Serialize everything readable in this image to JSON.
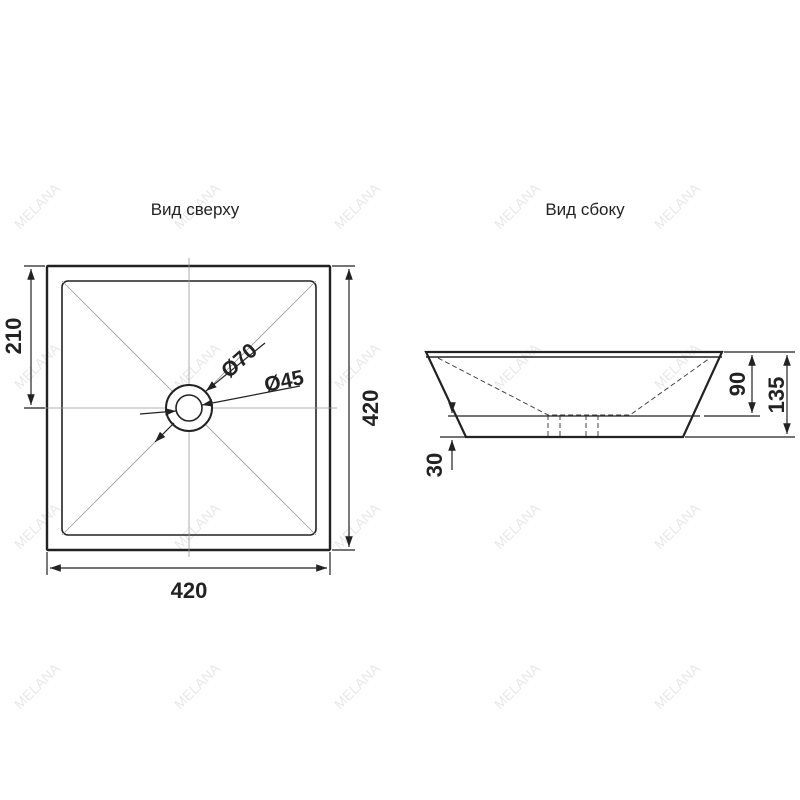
{
  "watermark": {
    "text": "MELANA"
  },
  "top_view": {
    "title": "Вид сверху",
    "dims": {
      "width": "420",
      "height": "420",
      "half": "210",
      "outer_diameter": "Ø70",
      "inner_diameter": "Ø45"
    }
  },
  "side_view": {
    "title": "Вид сбоку",
    "dims": {
      "total_height": "135",
      "bowl_height": "90",
      "base_height": "30"
    }
  },
  "colors": {
    "line": "#222222",
    "thin": "#888888",
    "watermark": "#e9e9e9"
  }
}
